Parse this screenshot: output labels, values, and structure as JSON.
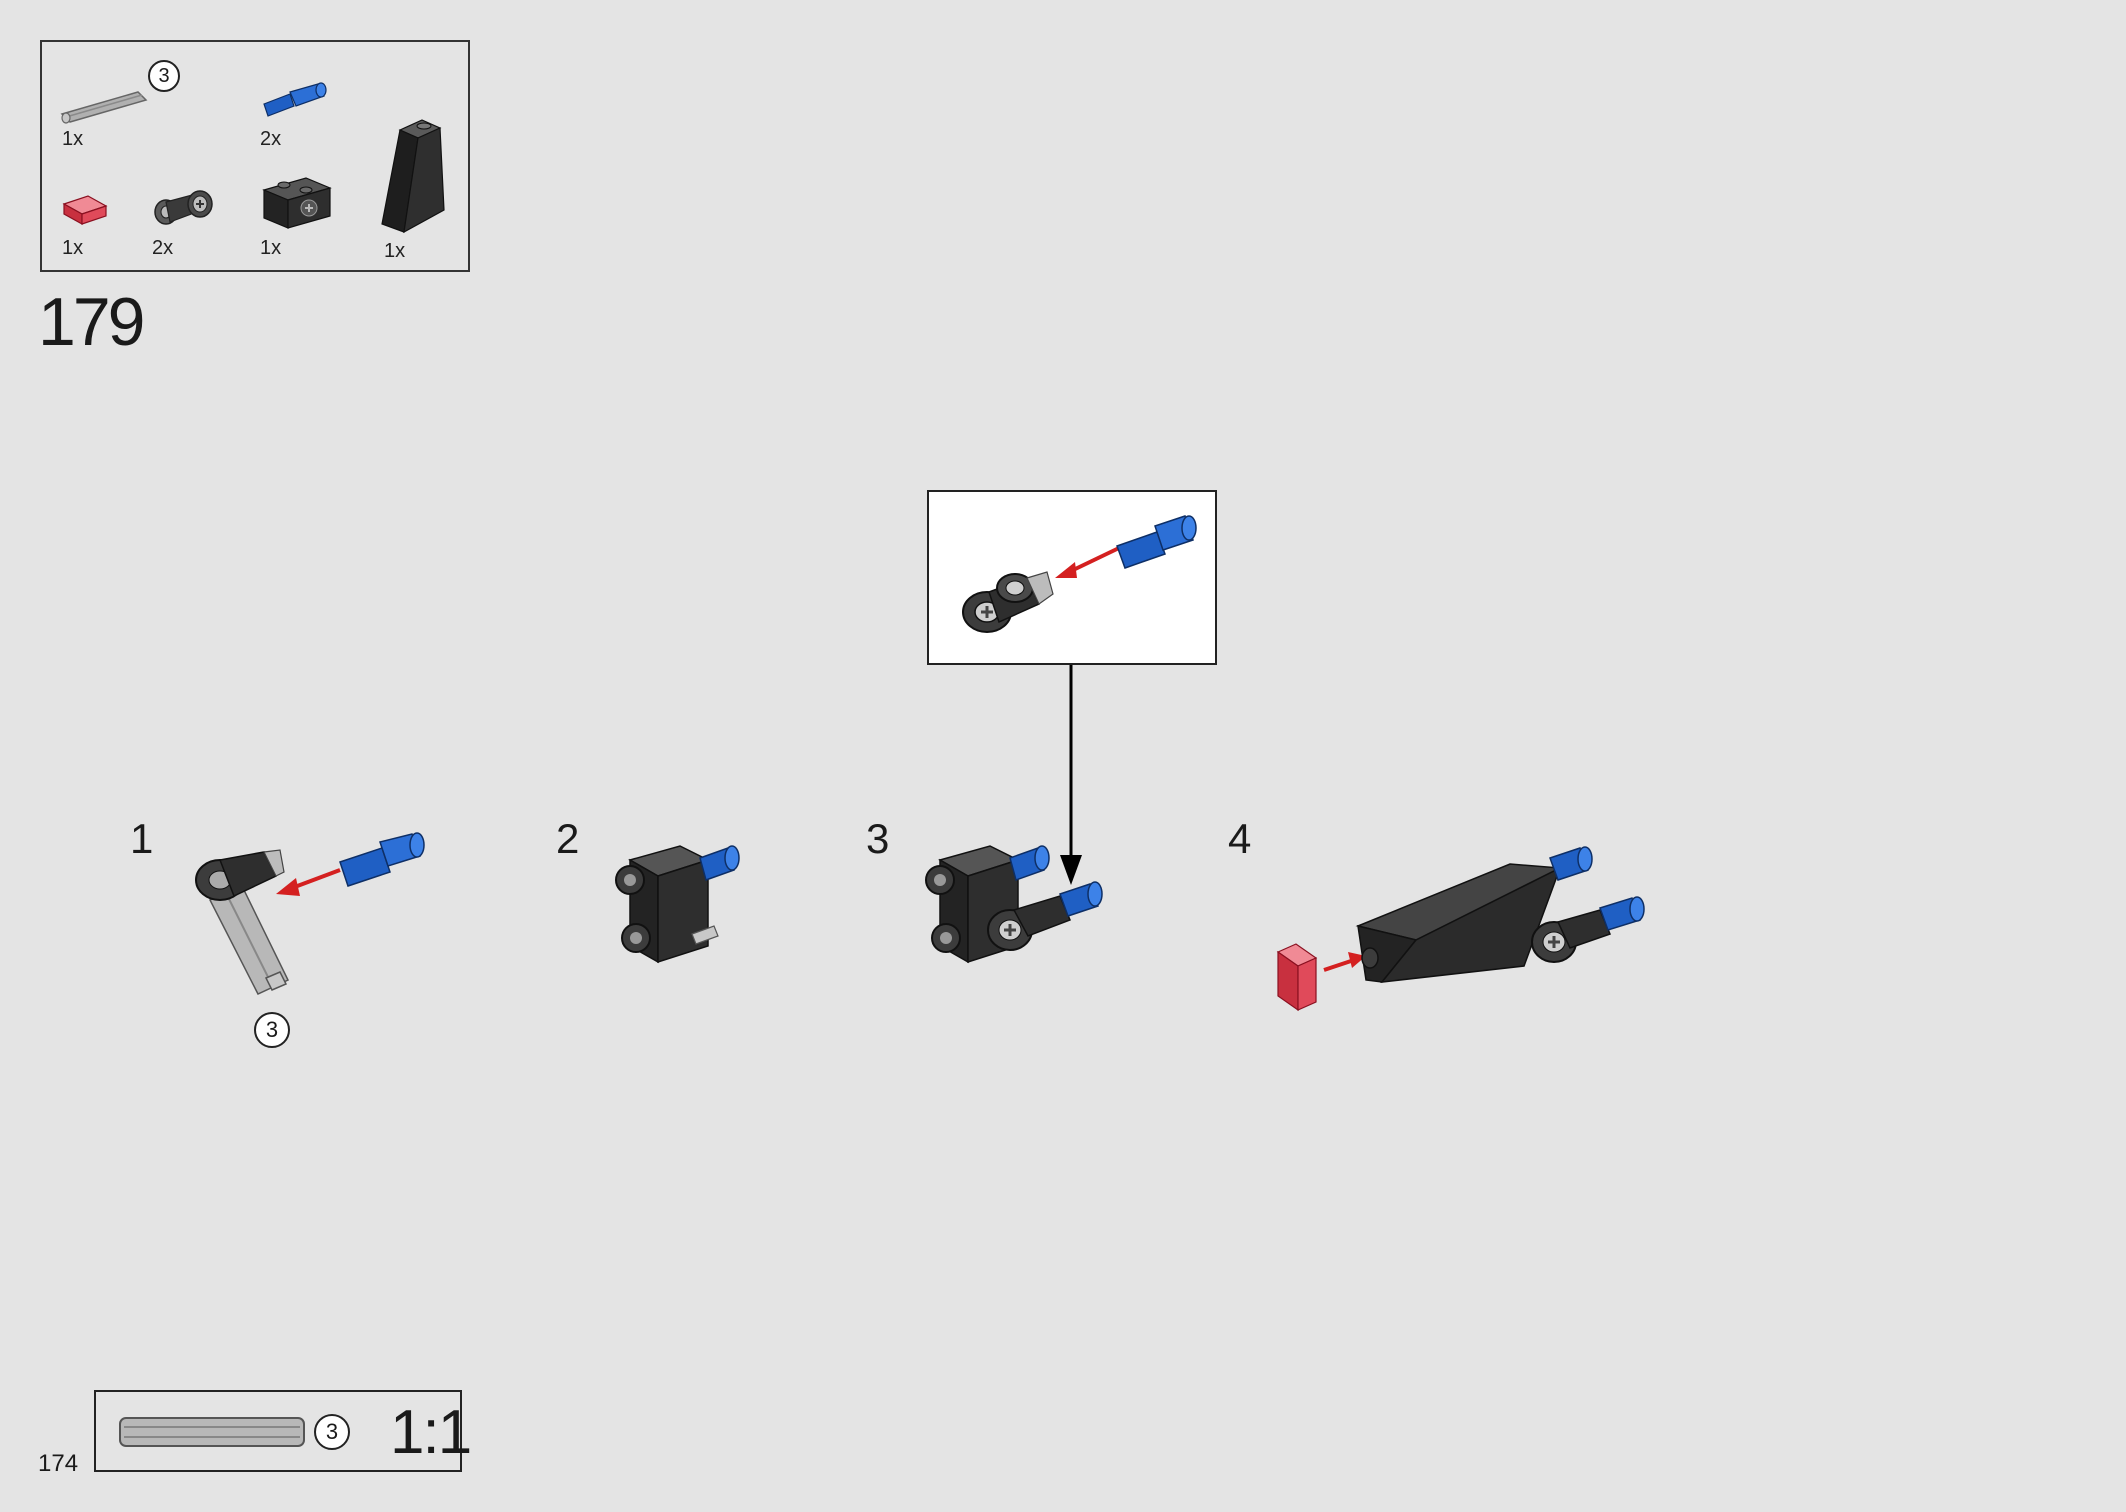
{
  "parts_list": {
    "items": [
      {
        "name": "axle",
        "quantity": "1x",
        "length_callout": "3",
        "color": "#a9a9a9"
      },
      {
        "name": "pin-blue",
        "quantity": "2x",
        "color": "#1f5fc4"
      },
      {
        "name": "tile-trans-red",
        "quantity": "1x",
        "color": "#e05060"
      },
      {
        "name": "pin-connector",
        "quantity": "2x",
        "color": "#3a3a3a"
      },
      {
        "name": "brick-with-axle-hole",
        "quantity": "1x",
        "color": "#2b2b2b"
      },
      {
        "name": "slope-brick",
        "quantity": "1x",
        "color": "#2b2b2b"
      }
    ]
  },
  "step": {
    "number": "179"
  },
  "substeps": [
    {
      "label": "1",
      "callout": "3"
    },
    {
      "label": "2"
    },
    {
      "label": "3"
    },
    {
      "label": "4"
    }
  ],
  "scale_reference": {
    "callout": "3",
    "ratio": "1:1"
  },
  "page": {
    "number": "174"
  },
  "colors": {
    "arrow": "#d42020",
    "background": "#e4e4e4",
    "pin_blue": "#1f5fc4",
    "part_dark": "#2b2b2b",
    "axle_gray": "#a9a9a9"
  }
}
